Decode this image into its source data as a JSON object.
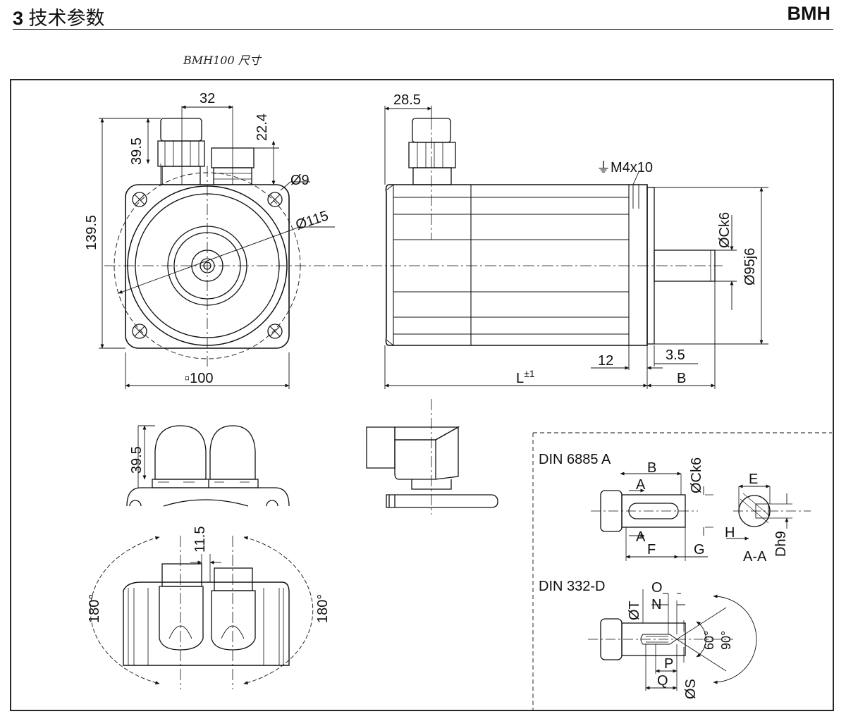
{
  "header": {
    "section_number": "3",
    "section_title": "技术参数",
    "product": "BMH"
  },
  "caption": "BMH100 尺寸",
  "front_view": {
    "dim_32": "32",
    "dim_22_4": "22.4",
    "dim_39_5": "39.5",
    "dim_139_5": "139.5",
    "hole_dia": "Ø9",
    "bolt_circle": "Ø115",
    "flange_square": "▫100"
  },
  "side_view": {
    "dim_28_5": "28.5",
    "ground_screw": "⏚M4x10",
    "shaft_fit": "ØCk6",
    "pilot_fit": "Ø95j6",
    "dim_12": "12",
    "dim_3_5": "3.5",
    "length": "L",
    "length_tol": "±1",
    "shaft_len": "B"
  },
  "connector_view": {
    "dim_39_5": "39.5"
  },
  "rotation_view": {
    "dim_11_5": "11.5",
    "angle_left": "180°",
    "angle_right": "180°"
  },
  "din_6885": {
    "title": "DIN 6885 A",
    "B": "B",
    "A_top": "A",
    "Ck6": "ØCk6",
    "E": "E",
    "A_bottom": "A",
    "H": "H",
    "F": "F",
    "G": "G",
    "AA": "A-A",
    "Dh9": "Dh9"
  },
  "din_332": {
    "title": "DIN 332-D",
    "T": "ØT",
    "O": "O",
    "N": "N",
    "a60": "60°",
    "a90": "90°",
    "P": "P",
    "Q": "Q",
    "S": "ØS"
  }
}
